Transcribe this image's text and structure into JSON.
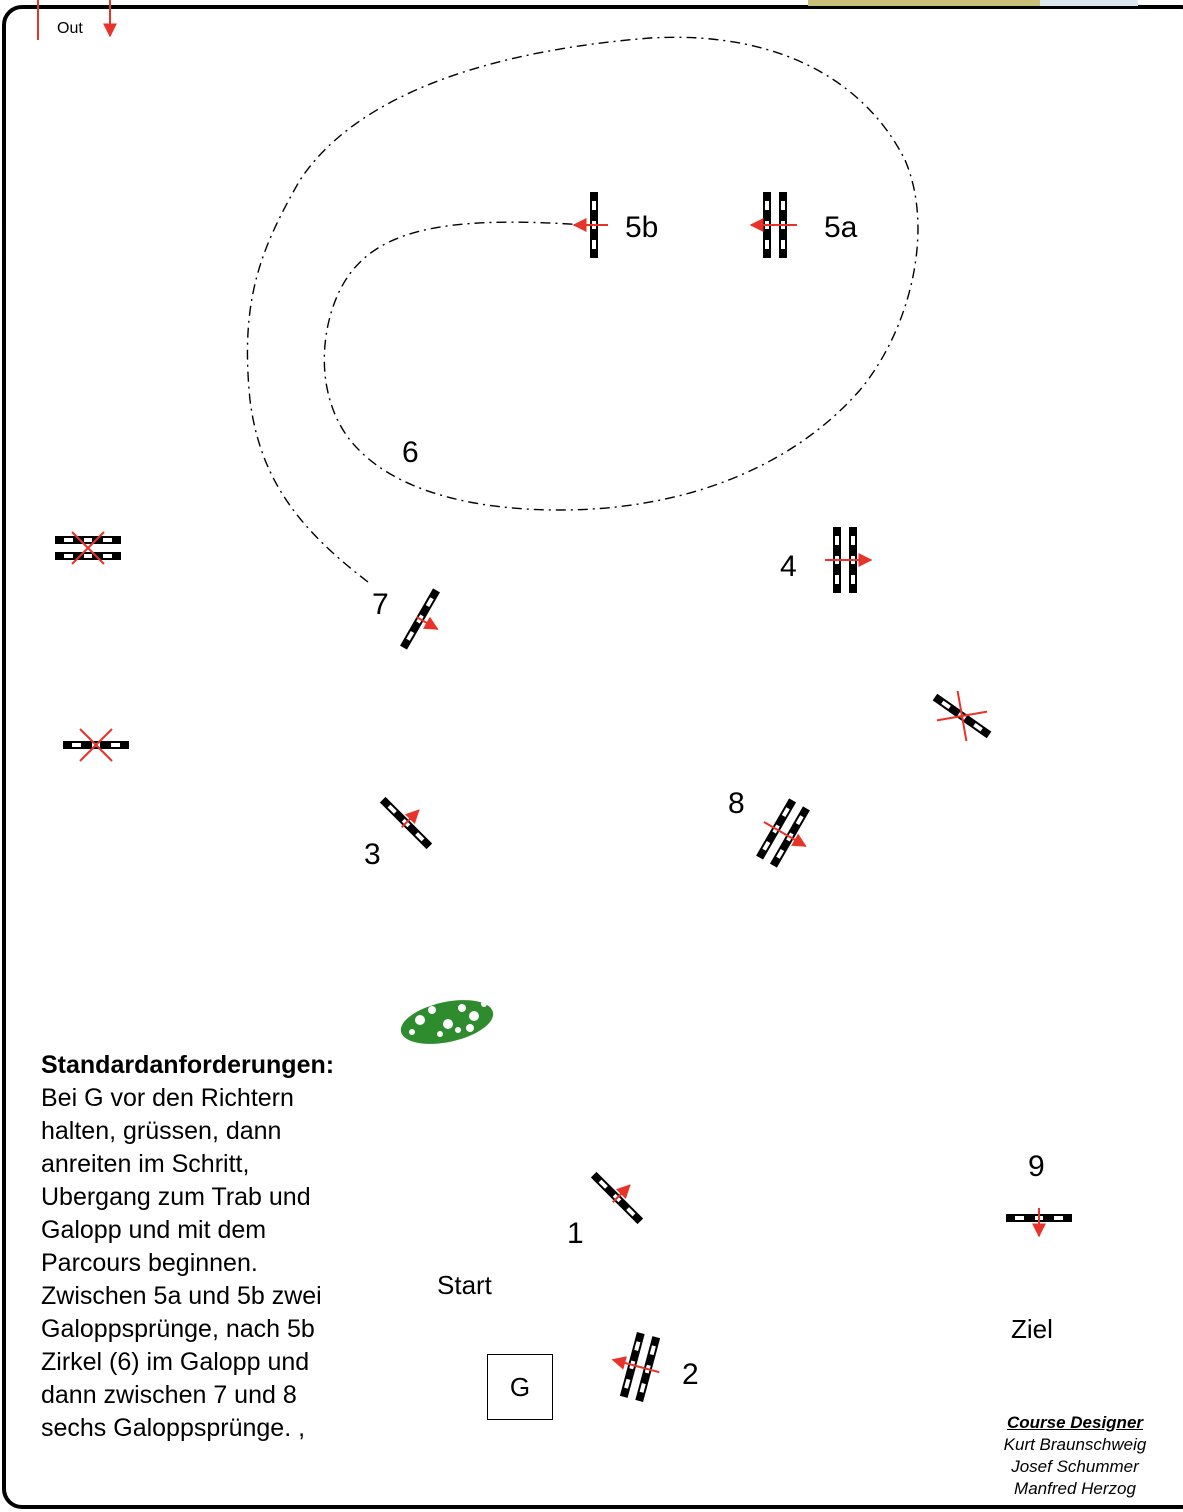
{
  "out_label": "Out",
  "obstacle_labels": {
    "o1": "1",
    "o2": "2",
    "o3": "3",
    "o4": "4",
    "o5a": "5a",
    "o5b": "5b",
    "o6": "6",
    "o7": "7",
    "o8": "8",
    "o9": "9"
  },
  "start_label": "Start",
  "finish_label": "Ziel",
  "g_label": "G",
  "requirements": {
    "title": "Standardanforderungen:",
    "lines": [
      "Bei G vor den Richtern",
      "halten, grüssen, dann",
      "anreiten im Schritt,",
      "Ubergang zum Trab und",
      "Galopp und mit dem",
      "Parcours beginnen.",
      "Zwischen 5a und 5b zwei",
      "Galoppsprünge, nach 5b",
      "Zirkel (6) im Galopp und",
      "dann zwischen 7 und 8",
      "sechs Galoppsprünge.   ,"
    ]
  },
  "credits": {
    "title": "Course Designer",
    "names": [
      "Kurt Braunschweig",
      "Josef Schummer",
      "Manfred Herzog"
    ]
  },
  "colors": {
    "direction_arrow": "#e8332a",
    "out_marker": "#e8332a",
    "hedge_green": "#2e8b2e",
    "border": "#000000"
  }
}
